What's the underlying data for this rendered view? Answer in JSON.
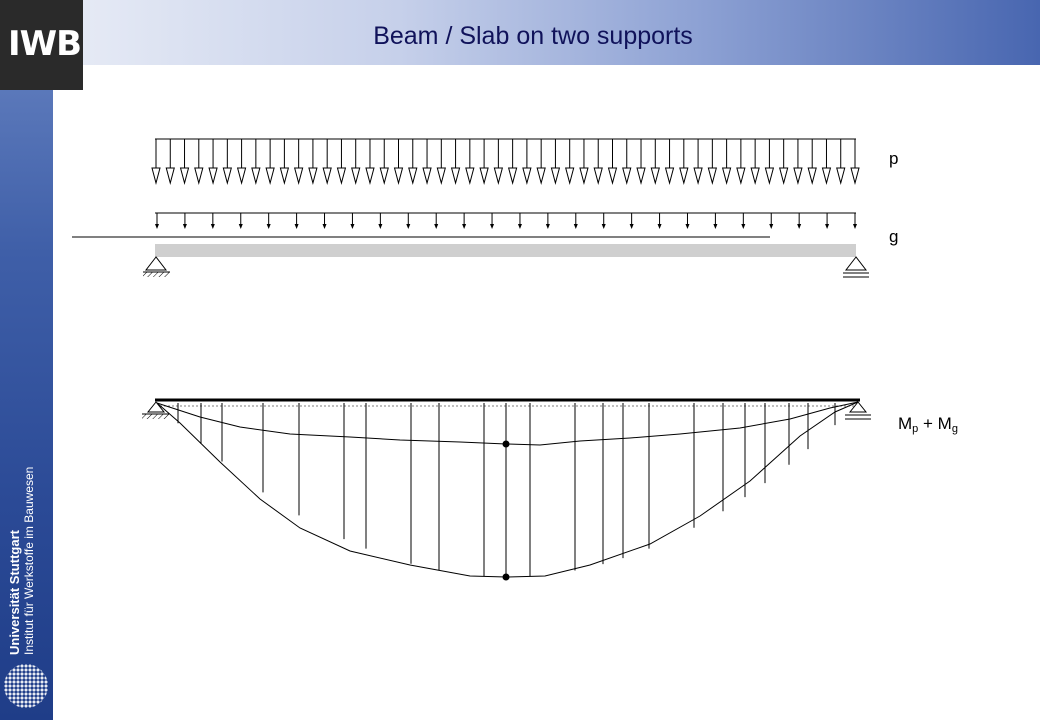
{
  "header": {
    "title": "Beam / Slab on two supports"
  },
  "logo": {
    "text": "IWB"
  },
  "sidebar": {
    "university": "Universität Stuttgart",
    "institute": "Institut für Werkstoffe im Bauwesen"
  },
  "diagram": {
    "load_labels": {
      "live": "p",
      "dead": "g"
    },
    "moment_label": {
      "main_left": "M",
      "sub_left": "p",
      "operator": " + ",
      "main_right": "M",
      "sub_right": "g"
    }
  },
  "colors": {
    "header_dark": "#3a5aa8",
    "header_light": "#e8ecf6",
    "beam_fill": "#cfcfcf",
    "title_text": "#10125a"
  }
}
